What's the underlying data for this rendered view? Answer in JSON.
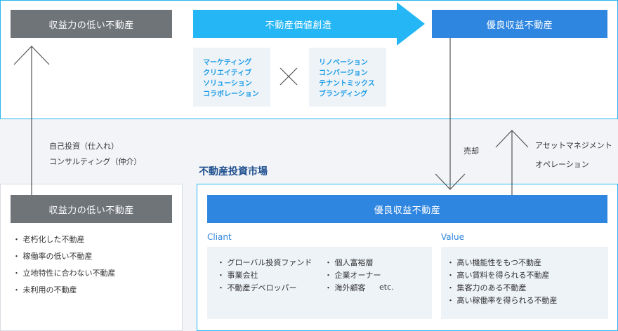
{
  "top": {
    "low_property": "収益力の低い不動産",
    "value_creation": "不動産価値創造",
    "premium_property": "優良収益不動産",
    "card_left": [
      "マーケティング",
      "クリエイティブ",
      "ソリューション",
      "コラボレーション"
    ],
    "card_right": [
      "リノベーション",
      "コンバージョン",
      "テナントミックス",
      "ブランディング"
    ]
  },
  "flow": {
    "left_labels": [
      "自己投資（仕入れ）",
      "コンサルティング（仲介）"
    ],
    "sell_label": "売却",
    "right_labels": [
      "アセットマネジメント",
      "オペレーション"
    ]
  },
  "left_panel": {
    "title": "収益力の低い不動産",
    "items": [
      "老朽化した不動産",
      "稼働率の低い不動産",
      "立地特性に合わない不動産",
      "未利用の不動産"
    ]
  },
  "market": {
    "title": "不動産投資市場",
    "header": "優良収益不動産",
    "client_title": "Cliant",
    "client_col1": [
      "グローバル投資ファンド",
      "事業会社",
      "不動産デベロッパー"
    ],
    "client_col2": [
      "個人富裕層",
      "企業オーナー",
      "海外顧客"
    ],
    "client_etc": "etc.",
    "value_title": "Value",
    "value_items": [
      "高い機能性をもつ不動産",
      "高い賃料を得られる不動産",
      "集客力のある不動産",
      "高い稼働率を得られる不動産"
    ]
  },
  "colors": {
    "gray": "#6f7479",
    "sky": "#25b7f5",
    "blue": "#2f86e0",
    "card_text": "#1a9be6",
    "navy_title": "#1f4f8f"
  }
}
